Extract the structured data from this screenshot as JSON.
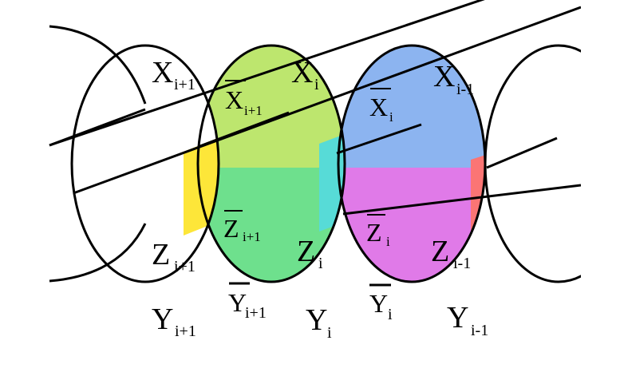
{
  "colors": {
    "green_top": "#bde66e",
    "green_bottom": "#6ee08d",
    "blue": "#8cb4f0",
    "magenta": "#e07ae8",
    "yellow": "#fde639",
    "cyan": "#57dbd7",
    "red": "#fb7574"
  },
  "labels": {
    "x_i_plus_1": {
      "base": "X",
      "sub": "i+1"
    },
    "x_i": {
      "base": "X",
      "sub": "i"
    },
    "x_i_minus_1": {
      "base": "X",
      "sub": "i-1"
    },
    "xbar_i_plus_1": {
      "base": "X",
      "sub": "i+1"
    },
    "xbar_i": {
      "base": "X",
      "sub": "i"
    },
    "z_i_plus_1": {
      "base": "Z",
      "sub": "i+1"
    },
    "z_i": {
      "base": "Z",
      "sub": "i"
    },
    "z_i_minus_1": {
      "base": "Z",
      "sub": "i-1"
    },
    "zbar_i_plus_1": {
      "base": "Z",
      "sub": "i+1"
    },
    "zbar_i": {
      "base": "Z",
      "sub": "i"
    },
    "ybar_i_plus_1": {
      "base": "Y",
      "sub": "i+1"
    },
    "ybar_i": {
      "base": "Y",
      "sub": "i"
    },
    "y_i_plus_1": {
      "base": "Y",
      "sub": "i+1"
    },
    "y_i": {
      "base": "Y",
      "sub": "i"
    },
    "y_i_minus_1": {
      "base": "Y",
      "sub": "i-1"
    }
  }
}
